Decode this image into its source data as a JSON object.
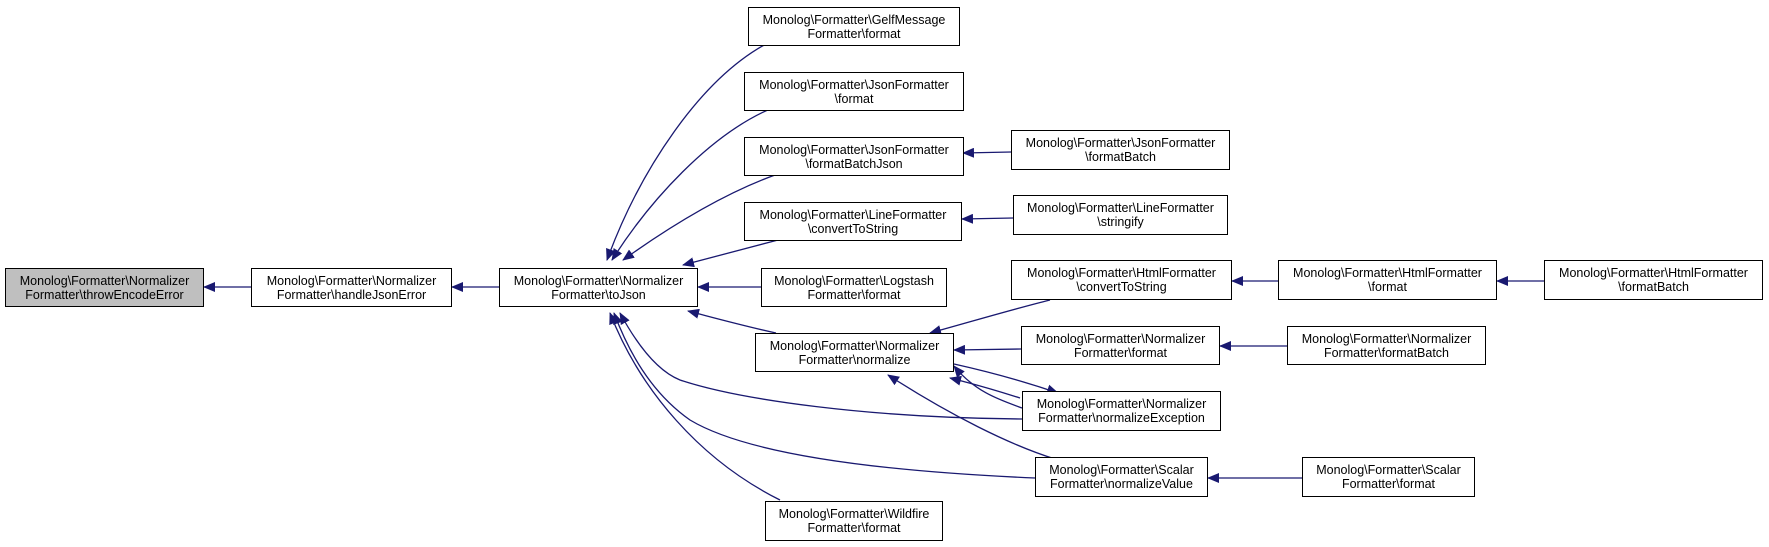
{
  "colors": {
    "edge": "#191970",
    "root_fill": "#bfbfbf",
    "node_fill": "#ffffff",
    "border": "#000000"
  },
  "nodes": {
    "throwEncodeError": {
      "line1": "Monolog\\Formatter\\Normalizer",
      "line2": "Formatter\\throwEncodeError"
    },
    "handleJsonError": {
      "line1": "Monolog\\Formatter\\Normalizer",
      "line2": "Formatter\\handleJsonError"
    },
    "toJson": {
      "line1": "Monolog\\Formatter\\Normalizer",
      "line2": "Formatter\\toJson"
    },
    "gelfFormat": {
      "line1": "Monolog\\Formatter\\GelfMessage",
      "line2": "Formatter\\format"
    },
    "jsonFormat": {
      "line1": "Monolog\\Formatter\\JsonFormatter",
      "line2": "\\format"
    },
    "jsonFormatBatchJson": {
      "line1": "Monolog\\Formatter\\JsonFormatter",
      "line2": "\\formatBatchJson"
    },
    "lineConvertToString": {
      "line1": "Monolog\\Formatter\\LineFormatter",
      "line2": "\\convertToString"
    },
    "logstashFormat": {
      "line1": "Monolog\\Formatter\\Logstash",
      "line2": "Formatter\\format"
    },
    "normalize": {
      "line1": "Monolog\\Formatter\\Normalizer",
      "line2": "Formatter\\normalize"
    },
    "wildfireFormat": {
      "line1": "Monolog\\Formatter\\Wildfire",
      "line2": "Formatter\\format"
    },
    "jsonFormatBatch": {
      "line1": "Monolog\\Formatter\\JsonFormatter",
      "line2": "\\formatBatch"
    },
    "lineStringify": {
      "line1": "Monolog\\Formatter\\LineFormatter",
      "line2": "\\stringify"
    },
    "htmlConvertToString": {
      "line1": "Monolog\\Formatter\\HtmlFormatter",
      "line2": "\\convertToString"
    },
    "normalizerFormat": {
      "line1": "Monolog\\Formatter\\Normalizer",
      "line2": "Formatter\\format"
    },
    "normalizeException": {
      "line1": "Monolog\\Formatter\\Normalizer",
      "line2": "Formatter\\normalizeException"
    },
    "scalarNormalizeValue": {
      "line1": "Monolog\\Formatter\\Scalar",
      "line2": "Formatter\\normalizeValue"
    },
    "htmlFormat": {
      "line1": "Monolog\\Formatter\\HtmlFormatter",
      "line2": "\\format"
    },
    "normalizerFormatBatch": {
      "line1": "Monolog\\Formatter\\Normalizer",
      "line2": "Formatter\\formatBatch"
    },
    "scalarFormat": {
      "line1": "Monolog\\Formatter\\Scalar",
      "line2": "Formatter\\format"
    },
    "htmlFormatBatch": {
      "line1": "Monolog\\Formatter\\HtmlFormatter",
      "line2": "\\formatBatch"
    }
  },
  "edges": [
    {
      "from": "handleJsonError",
      "to": "throwEncodeError"
    },
    {
      "from": "toJson",
      "to": "handleJsonError"
    },
    {
      "from": "gelfFormat",
      "to": "toJson"
    },
    {
      "from": "jsonFormat",
      "to": "toJson"
    },
    {
      "from": "jsonFormatBatchJson",
      "to": "toJson"
    },
    {
      "from": "lineConvertToString",
      "to": "toJson"
    },
    {
      "from": "logstashFormat",
      "to": "toJson"
    },
    {
      "from": "normalize",
      "to": "toJson"
    },
    {
      "from": "wildfireFormat",
      "to": "toJson"
    },
    {
      "from": "normalizeException",
      "to": "toJson"
    },
    {
      "from": "scalarNormalizeValue",
      "to": "toJson"
    },
    {
      "from": "jsonFormatBatch",
      "to": "jsonFormatBatchJson"
    },
    {
      "from": "lineStringify",
      "to": "lineConvertToString"
    },
    {
      "from": "htmlConvertToString",
      "to": "normalize"
    },
    {
      "from": "normalizerFormat",
      "to": "normalize"
    },
    {
      "from": "normalizeException",
      "to": "normalize"
    },
    {
      "from": "scalarNormalizeValue",
      "to": "normalize"
    },
    {
      "from": "htmlFormat",
      "to": "htmlConvertToString"
    },
    {
      "from": "htmlFormatBatch",
      "to": "htmlFormat"
    },
    {
      "from": "normalizerFormatBatch",
      "to": "normalizerFormat"
    },
    {
      "from": "scalarFormat",
      "to": "scalarNormalizeValue"
    }
  ]
}
